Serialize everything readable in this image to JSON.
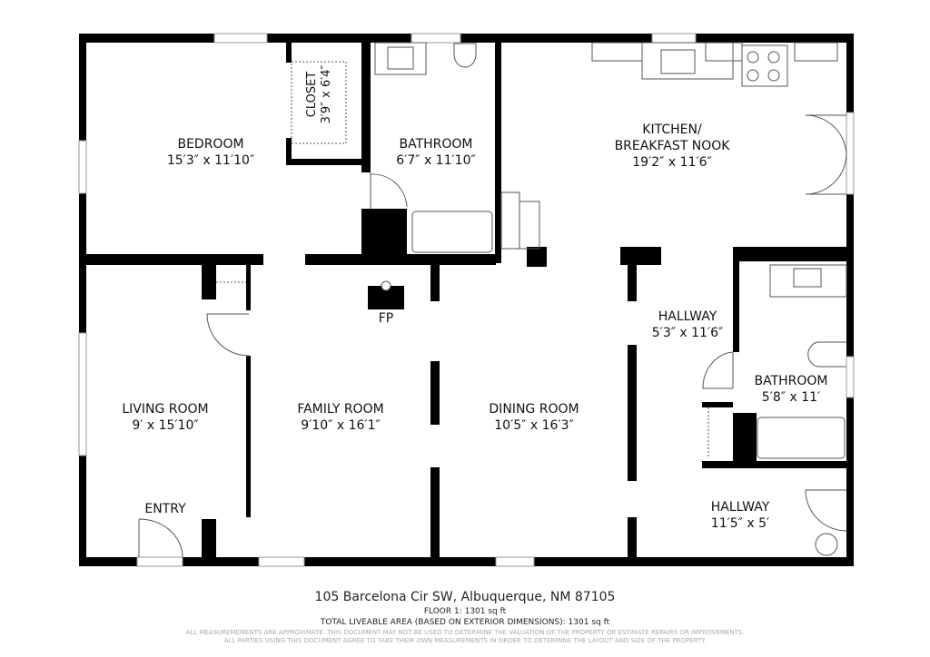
{
  "rooms": {
    "bedroom": {
      "name": "BEDROOM",
      "dims": "15′3″ x 11′10″"
    },
    "closet": {
      "name": "CLOSET",
      "dims": "3′9″ x 6′4″"
    },
    "bathroom_1": {
      "name": "BATHROOM",
      "dims": "6′7″ x 11′10″"
    },
    "kitchen": {
      "name_line1": "KITCHEN/",
      "name_line2": "BREAKFAST NOOK",
      "dims": "19′2″ x 11′6″"
    },
    "hallway_1": {
      "name": "HALLWAY",
      "dims": "5′3″ x 11′6″"
    },
    "bathroom_2": {
      "name": "BATHROOM",
      "dims": "5′8″ x 11′"
    },
    "living_room": {
      "name": "LIVING ROOM",
      "dims": "9′ x 15′10″"
    },
    "family_room": {
      "name": "FAMILY ROOM",
      "dims": "9′10″ x 16′1″"
    },
    "dining_room": {
      "name": "DINING ROOM",
      "dims": "10′5″ x 16′3″"
    },
    "hallway_2": {
      "name": "HALLWAY",
      "dims": "11′5″ x 5′"
    },
    "entry": {
      "name": "ENTRY"
    }
  },
  "fixtures": {
    "fireplace": "FP"
  },
  "footer": {
    "address": "105 Barcelona Cir SW, Albuquerque, NM 87105",
    "floor": "FLOOR 1: 1301 sq ft",
    "total": "TOTAL LIVEABLE AREA (BASED ON EXTERIOR DIMENSIONS): 1301 sq ft",
    "disclaimer_1": "ALL MEASUREMEMENTS ARE APPROXIMATE. THIS DOCUMENT MAY NOT BE USED TO DETERMINE THE VALUATION OF THE PROPERTY OR ESTIMATE REPAIRS OR IMPROVEMENTS.",
    "disclaimer_2": "ALL PARTIES USING THIS DOCUMENT AGREE TO TAKE THEIR OWN MEASUREMENTS IN ORDER TO DETERMINE THE LAYOUT AND SIZE OF THE PROPERTY."
  },
  "colors": {
    "wall": "#000000",
    "fixture_line": "#555555",
    "disclaimer": "#aaaaaa"
  }
}
